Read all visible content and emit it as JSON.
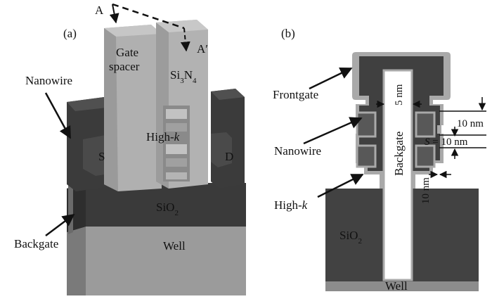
{
  "panel_a": {
    "label": "(a)",
    "section_start": "A",
    "section_end": "A′",
    "gate_spacer_line1": "Gate",
    "gate_spacer_line2": "spacer",
    "si3n4_base": "Si",
    "si3n4_sub1": "3",
    "si3n4_mid": "N",
    "si3n4_sub2": "4",
    "nanowire": "Nanowire",
    "high_k_base": "High-",
    "high_k_italic": "k",
    "source": "S",
    "drain": "D",
    "sio2_base": "SiO",
    "sio2_sub": "2",
    "backgate": "Backgate",
    "well": "Well"
  },
  "panel_b": {
    "label": "(b)",
    "frontgate": "Frontgate",
    "nanowire": "Nanowire",
    "high_k_base": "High-",
    "high_k_italic": "k",
    "backgate": "Backgate",
    "sio2_base": "SiO",
    "sio2_sub": "2",
    "well": "Well",
    "dim_5nm": "5 nm",
    "dim_10nm_top": "10 nm",
    "dim_s_var": "S",
    "dim_s_value": " = 10 nm",
    "dim_10nm_bottom": "10 nm"
  },
  "colors": {
    "dark_block": "#3e3e3e",
    "light_gray": "#a8a8a8",
    "mid_gray": "#6f6f6f",
    "spacer_gray": "#b5b5b5",
    "highk_gray": "#909090"
  }
}
